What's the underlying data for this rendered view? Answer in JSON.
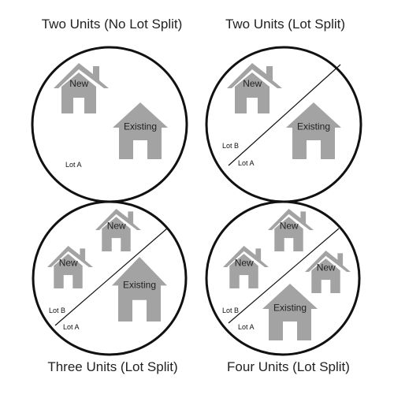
{
  "panels": [
    {
      "title": "Two Units (No Lot Split)",
      "split": false,
      "lot_labels": [
        "Lot A"
      ],
      "houses": [
        {
          "label": "New",
          "kind": "new-house-icon"
        },
        {
          "label": "Existing",
          "kind": "existing-house-icon"
        }
      ]
    },
    {
      "title": "Two Units (Lot Split)",
      "split": true,
      "lot_labels": [
        "Lot B",
        "Lot A"
      ],
      "houses": [
        {
          "label": "New",
          "kind": "new-house-icon"
        },
        {
          "label": "Existing",
          "kind": "existing-house-icon"
        }
      ]
    },
    {
      "title": "Three Units (Lot Split)",
      "split": true,
      "lot_labels": [
        "Lot B",
        "Lot A"
      ],
      "houses": [
        {
          "label": "New",
          "kind": "new-house-icon"
        },
        {
          "label": "New",
          "kind": "new-house-icon"
        },
        {
          "label": "Existing",
          "kind": "existing-house-icon"
        }
      ]
    },
    {
      "title": "Four Units (Lot Split)",
      "split": true,
      "lot_labels": [
        "Lot B",
        "Lot A"
      ],
      "houses": [
        {
          "label": "New",
          "kind": "new-house-icon"
        },
        {
          "label": "New",
          "kind": "new-house-icon"
        },
        {
          "label": "New",
          "kind": "new-house-icon"
        },
        {
          "label": "Existing",
          "kind": "existing-house-icon"
        }
      ]
    }
  ],
  "colors": {
    "house": "#a3a3a3",
    "line": "#111111"
  }
}
